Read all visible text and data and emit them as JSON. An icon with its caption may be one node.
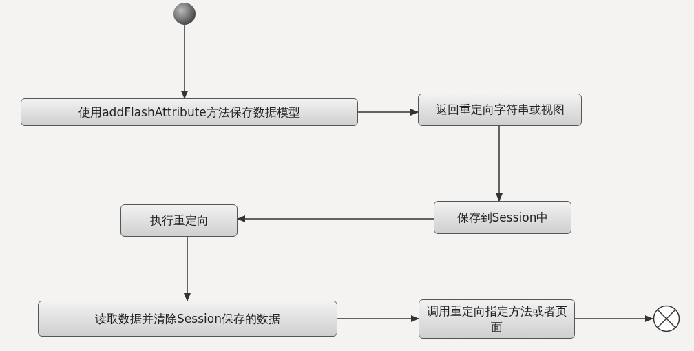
{
  "diagram": {
    "nodes": [
      {
        "text": [],
        "shape": "circle"
      },
      {
        "text": [
          "使用addFlashAttribute方法保存数据模型"
        ]
      },
      {
        "text": [
          "返回重定向字符串或视图"
        ]
      },
      {
        "text": [
          "保存到Session中"
        ]
      },
      {
        "text": [
          "执行重定向"
        ]
      },
      {
        "text": [
          "读取数据并清除Session保存的数据"
        ]
      },
      {
        "text": [
          "调用重定向指定方法或者页面"
        ]
      },
      {
        "text": [],
        "shape": "circle"
      }
    ],
    "edges": [
      {
        "from": 0,
        "to": 1,
        "arrow": "to"
      },
      {
        "from": 1,
        "to": 2,
        "arrow": "to"
      },
      {
        "from": 2,
        "to": 3,
        "arrow": "to"
      },
      {
        "from": 3,
        "to": 4,
        "arrow": "to"
      },
      {
        "from": 4,
        "to": 5,
        "arrow": "to"
      },
      {
        "from": 5,
        "to": 6,
        "arrow": "to"
      },
      {
        "from": 6,
        "to": 7,
        "arrow": "to"
      }
    ]
  }
}
